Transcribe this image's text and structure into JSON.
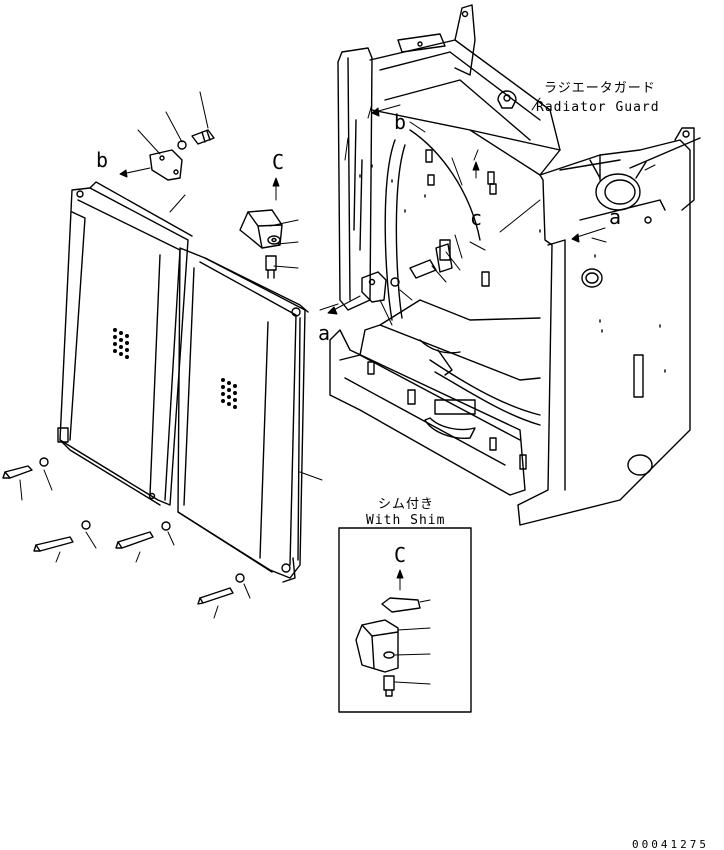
{
  "title": {
    "jp": "ラジエータガード",
    "en": "Radiator Guard"
  },
  "callouts": {
    "a": "a",
    "b": "b",
    "c": "c",
    "view_c": "C"
  },
  "inset": {
    "jp": "シム付き",
    "en": "With Shim",
    "view": "C"
  },
  "reference": "00041275"
}
